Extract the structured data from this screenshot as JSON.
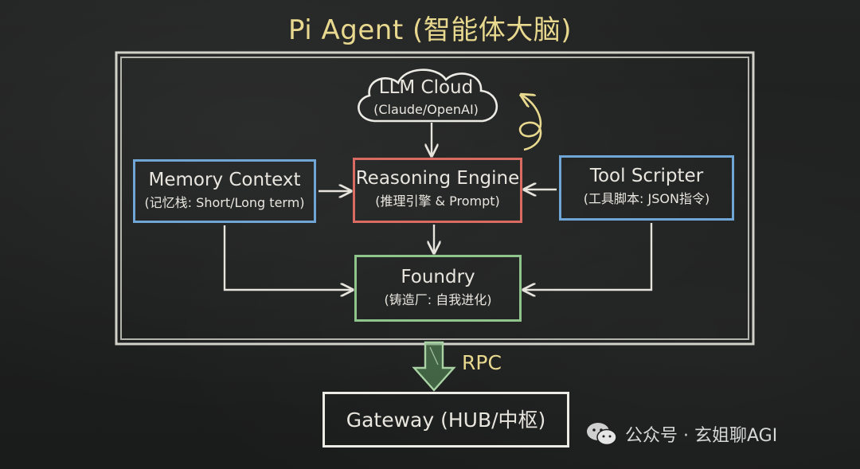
{
  "title": "Pi Agent (智能体大脑)",
  "cloud": {
    "title": "LLM Cloud",
    "subtitle": "(Claude/OpenAI)"
  },
  "nodes": {
    "memory": {
      "title": "Memory Context",
      "subtitle": "(记忆栈: Short/Long term)"
    },
    "reasoning": {
      "title": "Reasoning Engine",
      "subtitle": "(推理引擎 & Prompt)"
    },
    "tool": {
      "title": "Tool Scripter",
      "subtitle": "(工具脚本: JSON指令)"
    },
    "foundry": {
      "title": "Foundry",
      "subtitle": "(铸造厂: 自我进化)"
    },
    "gateway": {
      "title": "Gateway (HUB/中枢)"
    }
  },
  "rpc_label": "RPC",
  "watermark": {
    "text": "公众号 · 玄姐聊AGI",
    "icon": "wechat-icon"
  },
  "colors": {
    "title": "#e8d98f",
    "blue": "#6fa6d6",
    "red": "#d96b63",
    "green": "#8fc48c",
    "chalk": "#ecebe6"
  }
}
